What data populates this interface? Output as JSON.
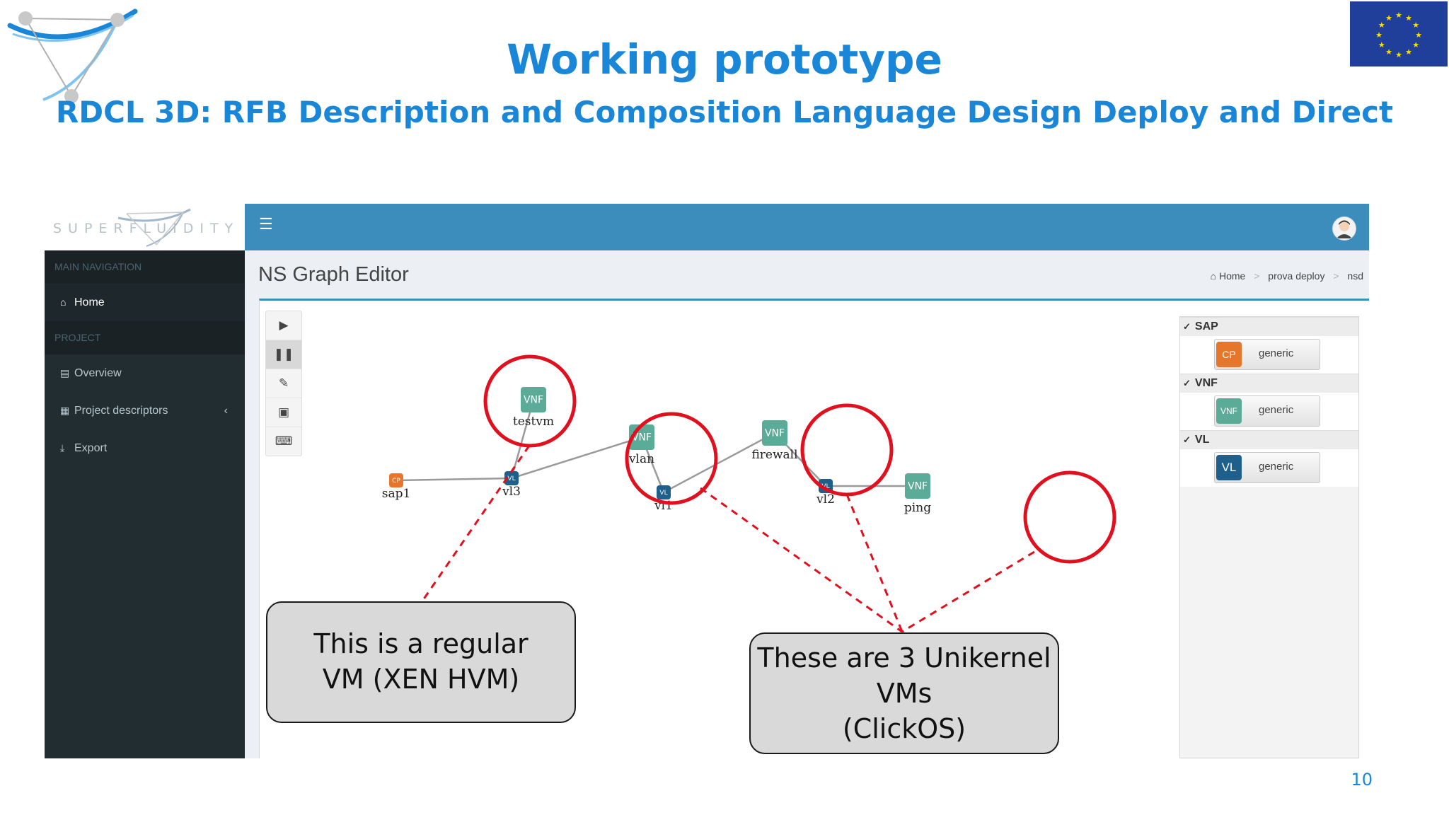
{
  "slide": {
    "title": "Working prototype",
    "subtitle": "RDCL 3D: RFB Description and Composition Language Design Deploy and Direct",
    "page_number": "10"
  },
  "app": {
    "brand": "SUPERFLUIDITY",
    "colors": {
      "topbar": "#3c8dbc",
      "sidebar": "#222d32",
      "vnf": "#5aab97",
      "vl": "#1f5f8b",
      "cp": "#e6762c",
      "highlight": "#e0101e"
    },
    "sidebar": {
      "main_nav_header": "MAIN NAVIGATION",
      "project_header": "PROJECT",
      "items": [
        {
          "label": "Home",
          "icon": "home-icon"
        },
        {
          "label": "Overview",
          "icon": "file-icon"
        },
        {
          "label": "Project descriptors",
          "icon": "table-icon"
        },
        {
          "label": "Export",
          "icon": "download-icon"
        }
      ]
    },
    "content": {
      "title": "NS Graph Editor",
      "breadcrumb": [
        "Home",
        "prova deploy",
        "nsd"
      ]
    },
    "toolbar": [
      "play-icon",
      "pause-icon",
      "edit-icon",
      "save-icon",
      "keyboard-icon"
    ],
    "palette": [
      {
        "group": "SAP",
        "badge": "CP",
        "label": "generic"
      },
      {
        "group": "VNF",
        "badge": "VNF",
        "label": "generic"
      },
      {
        "group": "VL",
        "badge": "VL",
        "label": "generic"
      }
    ],
    "graph": {
      "vnf_badge": "VNF",
      "vl_badge": "VL",
      "cp_badge": "CP",
      "nodes": [
        {
          "id": "testvm",
          "type": "VNF",
          "label": "testvm"
        },
        {
          "id": "vlan",
          "type": "VNF",
          "label": "vlan"
        },
        {
          "id": "firewall",
          "type": "VNF",
          "label": "firewall"
        },
        {
          "id": "ping",
          "type": "VNF",
          "label": "ping"
        },
        {
          "id": "sap1",
          "type": "CP",
          "label": "sap1"
        },
        {
          "id": "vl3",
          "type": "VL",
          "label": "vl3"
        },
        {
          "id": "vl1",
          "type": "VL",
          "label": "vl1"
        },
        {
          "id": "vl2",
          "type": "VL",
          "label": "vl2"
        }
      ]
    }
  },
  "annotations": {
    "regular_vm": [
      "This is a regular",
      "VM (XEN HVM)"
    ],
    "unikernel": [
      "These are 3 Unikernel",
      "VMs",
      "(ClickOS)"
    ]
  }
}
